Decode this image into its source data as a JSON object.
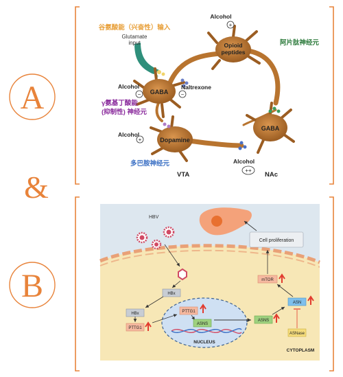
{
  "letters": {
    "a": "A",
    "amp": "&",
    "b": "B"
  },
  "panel_a": {
    "glutamate_cn": "谷氨酸能（兴奋性）输入",
    "glutamate_en_1": "Glutamate",
    "glutamate_en_2": "input",
    "alcohol_top": "Alcohol",
    "opioid_1": "Opioid",
    "opioid_2": "peptides",
    "opioid_cn": "阿片肽神经元",
    "alcohol_left": "Alcohol",
    "gaba_vta": "GABA",
    "naltrexone": "Naltrexone",
    "gaba_cn_1": "γ氨基丁酸能",
    "gaba_cn_2": "(抑制性) 神经元",
    "alcohol_mid": "Alcohol",
    "dopamine": "Dopamine",
    "gaba_nac": "GABA",
    "dopamine_cn": "多巴胺神经元",
    "vta": "VTA",
    "alcohol_nac": "Alcohol",
    "nac": "NAc",
    "sign_plus": "+",
    "sign_minus": "−",
    "sign_plusplus": "++"
  },
  "panel_b": {
    "hbv": "HBV",
    "cell_proliferation": "Cell  proliferation",
    "mtor": "mTOR",
    "hbx_1": "HBx",
    "hbx_2": "HBx",
    "pttg1_1": "PTTG1",
    "pttg1_2": "PTTG1",
    "asns_1": "ASNS",
    "asns_2": "ASNS",
    "asn": "ASN",
    "asnase": "ASNase",
    "nucleus": "NUCLEUS",
    "cytoplasm": "CYTOPLASM"
  },
  "colors": {
    "orange": "#e8833a",
    "neuron": "#b8742f",
    "cell_bg": "#f7e7b6",
    "extracellular": "#dde7ef",
    "nucleus": "#cfe0f3",
    "pttg1": "#f6b9a0",
    "asns": "#9fd17f",
    "arrow_red": "#e23a2e"
  }
}
